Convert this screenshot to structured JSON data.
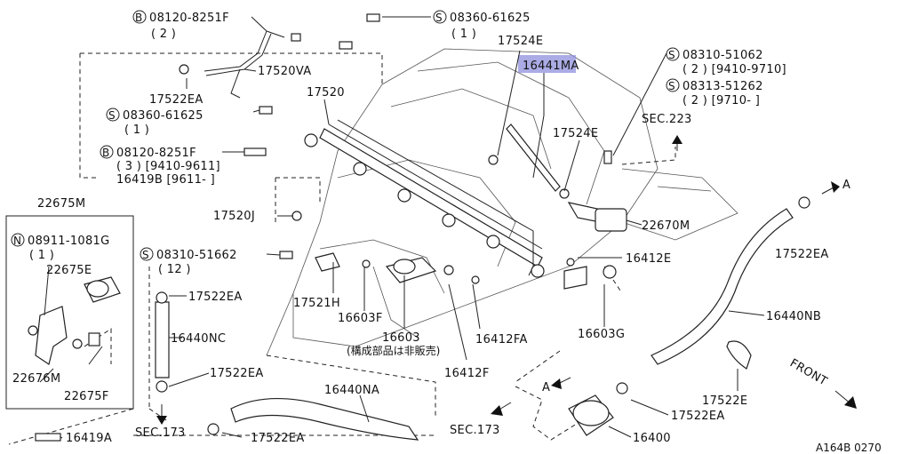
{
  "diagram_id": "A164B 0270",
  "highlighted_part": "16441MA",
  "labels": {
    "b_08120_8251F_top": "08120-8251F",
    "qty_2_top": "( 2 )",
    "s_08360_61625_top": "08360-61625",
    "qty_1_top": "( 1 )",
    "p17524E_top": "17524E",
    "p16441MA": "16441MA",
    "s_08310_51062": "08310-51062",
    "qty_9410_9710": "( 2 ) [9410-9710]",
    "s_08313_51262": "08313-51262",
    "qty_9710": "( 2 ) [9710-      ]",
    "p17520VA": "17520VA",
    "p17522EA_left": "17522EA",
    "p17520": "17520",
    "s_08360_61625_mid": "08360-61625",
    "qty_1_mid": "( 1 )",
    "sec223": "SEC.223",
    "p17524E_right": "17524E",
    "b_08120_8251F_mid": "08120-8251F",
    "qty_9410_9611": "( 3 ) [9410-9611]",
    "p16419B": "16419B [9611-      ]",
    "arrow_A_top": "A",
    "p22675M": "22675M",
    "p17520J": "17520J",
    "p22670M": "22670M",
    "n_08911_1081G": "08911-1081G",
    "qty_1_n": "( 1 )",
    "p22675E": "22675E",
    "s_08310_51662": "08310-51662",
    "qty_12": "( 12 )",
    "p16412E": "16412E",
    "p17522EA_right": "17522EA",
    "p17522EA_mid": "17522EA",
    "p17521H": "17521H",
    "p16603F": "16603F",
    "p16603": "16603",
    "p16603_note": "(構成部品は非販売)",
    "p16412FA": "16412FA",
    "p16603G": "16603G",
    "p16440NB": "16440NB",
    "p16440NC": "16440NC",
    "p22676M": "22676M",
    "p22675F": "22675F",
    "p16412F": "16412F",
    "front": "FRONT",
    "p17522E": "17522E",
    "p17522EA_low": "17522EA",
    "arrow_A_low": "A",
    "p16440NA": "16440NA",
    "p17522EA_lower_right": "17522EA",
    "sec173_left": "SEC.173",
    "sec173_mid": "SEC.173",
    "p17522EA_bottom": "17522EA",
    "p16400": "16400",
    "p16419A": "16419A",
    "prefix_B": "B",
    "prefix_S": "S",
    "prefix_N": "N"
  },
  "colors": {
    "highlight": "#8f8fdc",
    "ink": "#222222",
    "background": "#ffffff"
  }
}
